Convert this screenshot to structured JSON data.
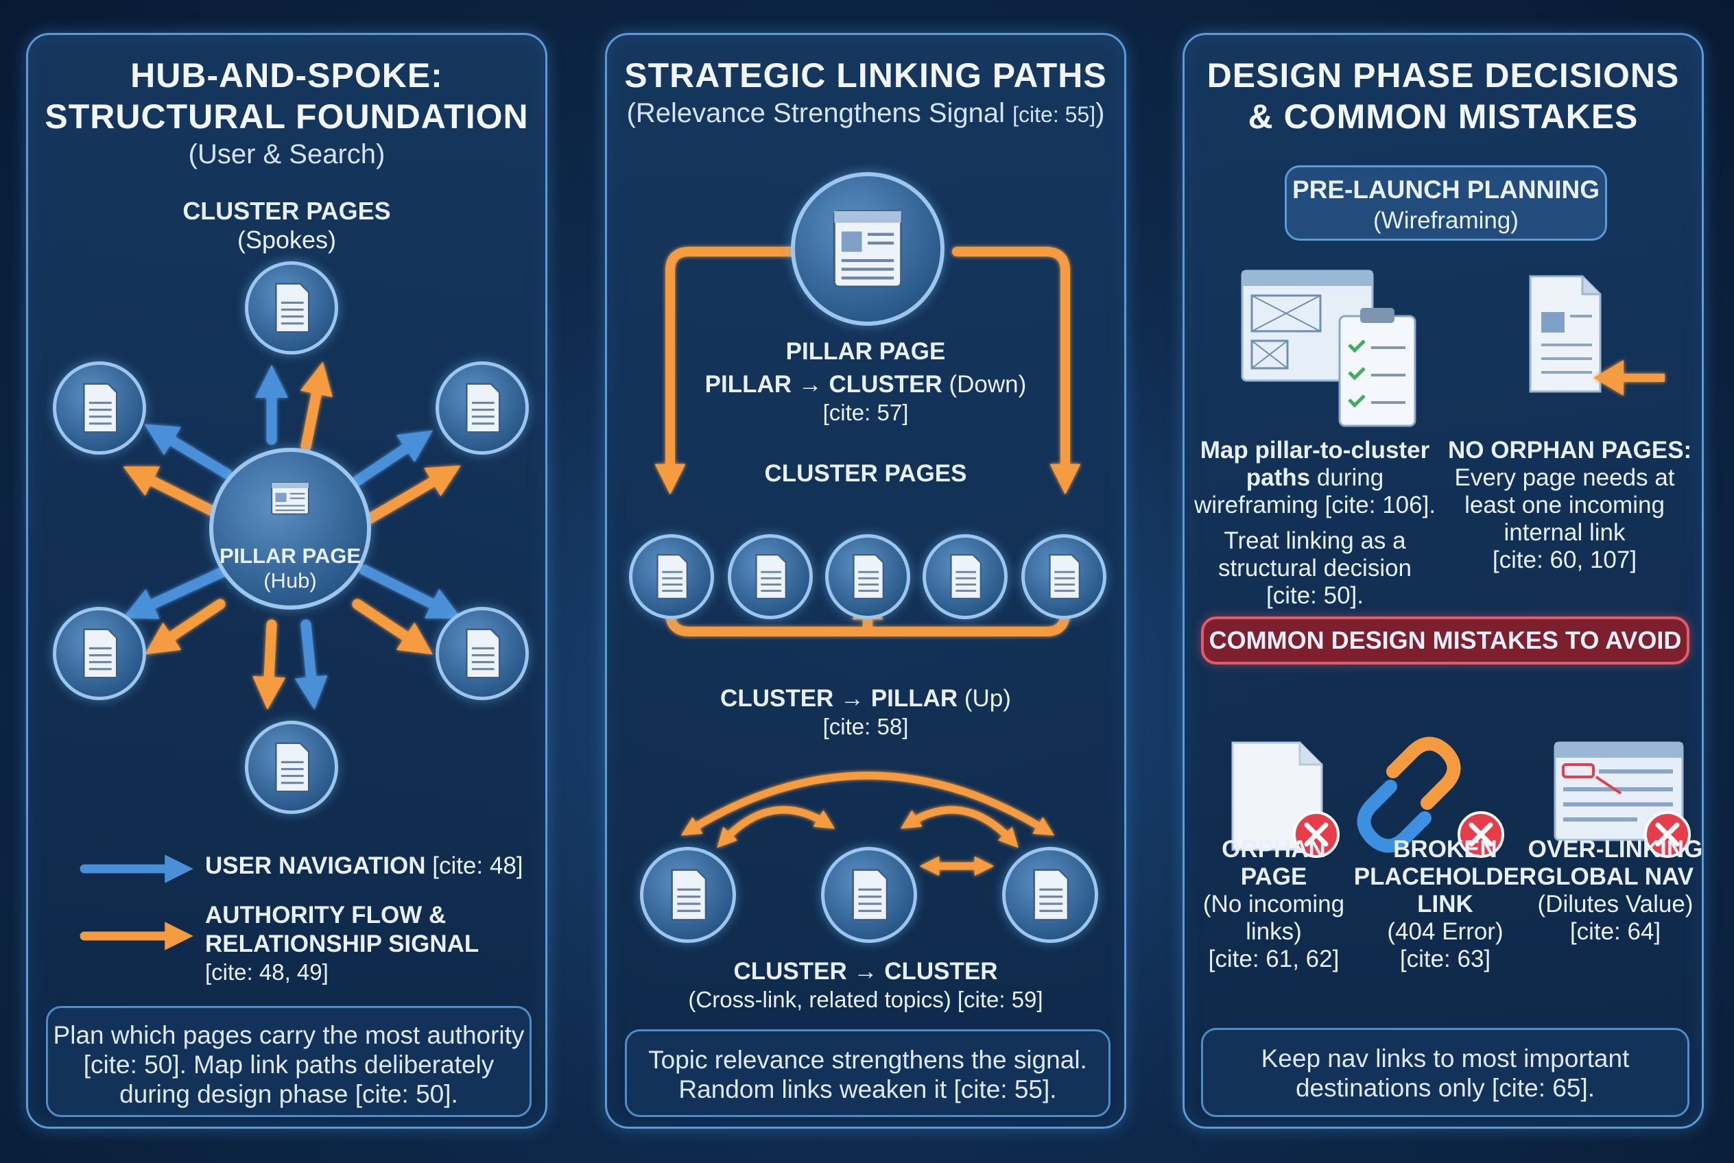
{
  "colors": {
    "user_navigation": "#4a90d9",
    "authority_flow": "#f59b3f",
    "mistake": "#e53d4a"
  },
  "panel1": {
    "title_line1": "HUB-AND-SPOKE:",
    "title_line2": "STRUCTURAL FOUNDATION",
    "subtitle": "(User & Search)",
    "cluster_label": "CLUSTER PAGES",
    "cluster_sub": "(Spokes)",
    "hub_label": "PILLAR PAGE",
    "hub_sub": "(Hub)",
    "legend": [
      {
        "label": "USER NAVIGATION",
        "cite": "[cite: 48]"
      },
      {
        "label_line1": "AUTHORITY FLOW &",
        "label_line2": "RELATIONSHIP SIGNAL",
        "cite": "[cite: 48, 49]"
      }
    ],
    "footer_line1": "Plan which pages carry the most authority",
    "footer_line2": "[cite: 50]. Map link paths deliberately",
    "footer_line3": "during design phase [cite: 50]."
  },
  "panel2": {
    "title": "STRATEGIC LINKING PATHS",
    "subtitle_main": "(Relevance Strengthens Signal ",
    "subtitle_cite": "[cite: 55]",
    "subtitle_end": ")",
    "pillar_label": "PILLAR PAGE",
    "down_bold": "PILLAR → CLUSTER",
    "down_normal": " (Down)",
    "down_cite": "[cite: 57]",
    "cluster_label": "CLUSTER PAGES",
    "up_bold": "CLUSTER → PILLAR",
    "up_normal": " (Up)",
    "up_cite": "[cite: 58]",
    "cross_bold": "CLUSTER → CLUSTER",
    "cross_sub": "(Cross-link, related topics) [cite: 59]",
    "footer_line1": "Topic relevance strengthens the signal.",
    "footer_line2": "Random links weaken it [cite: 55]."
  },
  "panel3": {
    "title_line1": "DESIGN PHASE DECISIONS",
    "title_line2": "& COMMON MISTAKES",
    "planning_title": "PRE-LAUNCH PLANNING",
    "planning_sub": "(Wireframing)",
    "map_bold_1": "Map pillar-to-cluster",
    "map_bold_2": "paths",
    "map_normal_2": " during",
    "map_line3": "wireframing [cite: 106].",
    "treat_line1": "Treat linking as a",
    "treat_line2": "structural decision",
    "treat_line3": "[cite: 50].",
    "orphan_title": "NO ORPHAN PAGES:",
    "orphan_line1": "Every page needs at",
    "orphan_line2": "least one incoming",
    "orphan_line3": "internal link",
    "orphan_cite": "[cite: 60, 107]",
    "mistakes_banner": "COMMON DESIGN MISTAKES TO AVOID",
    "mistakes": [
      {
        "title_line1": "ORPHAN",
        "title_line2": "PAGE",
        "desc_line1": "(No incoming",
        "desc_line2": "links)",
        "cite": "[cite: 61, 62]"
      },
      {
        "title_line1": "BROKEN",
        "title_line2": "PLACEHOLDER",
        "title_line3": "LINK",
        "desc_line1": "(404 Error)",
        "cite": "[cite: 63]"
      },
      {
        "title_line1": "OVER-LINKING",
        "title_line2": "GLOBAL NAV",
        "desc_line1": "(Dilutes Value)",
        "cite": "[cite: 64]"
      }
    ],
    "footer_line1": "Keep nav links to most important",
    "footer_line2": "destinations only [cite: 65]."
  }
}
